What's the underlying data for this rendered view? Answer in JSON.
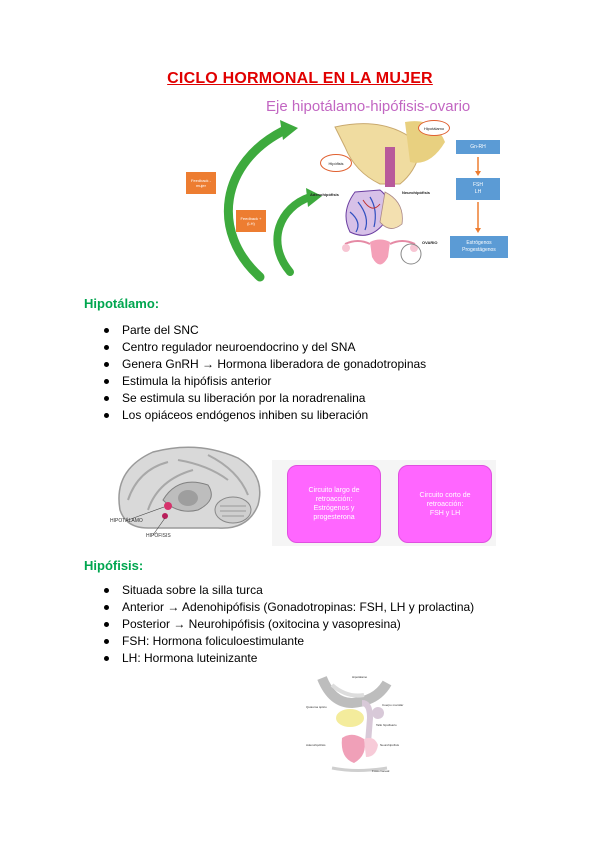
{
  "title": "CICLO HORMONAL  EN LA MUJER",
  "figure1": {
    "title": "Eje hipotálamo-hipófisis-ovario",
    "feedback_negative": "Feedback -\nmujer",
    "feedback_positive": "Feedback +\n(LH)",
    "labels": {
      "hipotalamo": "Hipotálamo",
      "hipofisis": "Hipófisis",
      "adenohipofisis": "Adenohipófisis",
      "neurohipofisis": "Neurohipófisis",
      "ovario": "OVARIO"
    },
    "flow": [
      "Gn-RH",
      "FSH\nLH",
      "Estrógenos\nProgestágenos"
    ]
  },
  "section_hipotalamo": {
    "heading": "Hipotálamo:",
    "items": [
      "Parte del SNC",
      "Centro regulador neuroendocrino y del SNA",
      "Genera GnRH → Hormona liberadora de gonadotropinas",
      "Estimula la hipófisis anterior",
      "Se estimula su liberación por la noradrenalina",
      "Los opiáceos endógenos inhiben su liberación"
    ]
  },
  "figure2": {
    "label_hipotalamo": "HIPOTÁLAMO",
    "label_hipofisis": "HIPÓFISIS",
    "box_largo": "Circuito largo de\nretroacción:\nEstrógenos y\nprogesterona",
    "box_corto": "Circuito corto de\nretroacción:\nFSH y LH"
  },
  "section_hipofisis": {
    "heading": "Hipófisis:",
    "items": [
      "Situada sobre la silla turca",
      "Anterior → Adenohipófisis (Gonadotropinas: FSH, LH y prolactina)",
      "Posterior → Neurohipófisis (oxitocina y vasopresina)",
      "FSH: Hormona foliculoestimulante",
      "LH: Hormona luteinizante"
    ]
  },
  "figure3": {
    "labels": [
      "Hipotálamo",
      "Quiasma óptico",
      "Cuerpo mamilar",
      "Tallo hipofisario",
      "Adenohipófisis",
      "Neurohipófisis",
      "Fosa craneal"
    ]
  }
}
